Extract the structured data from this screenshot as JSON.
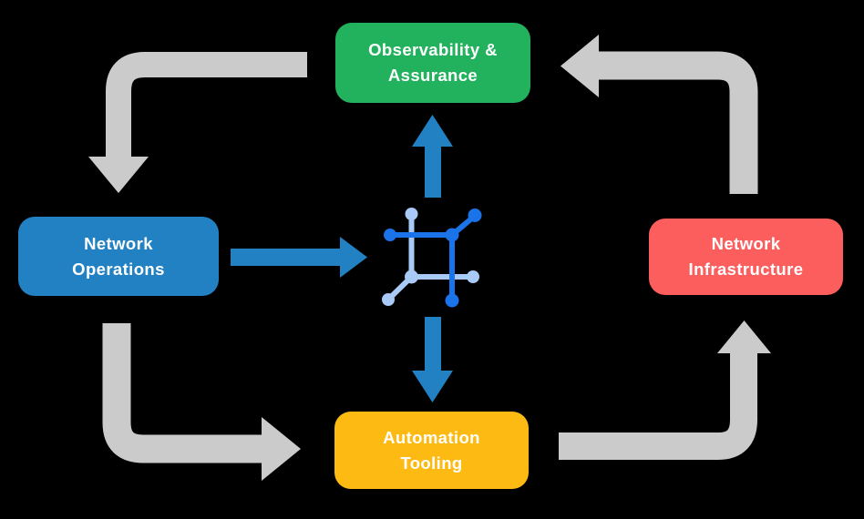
{
  "diagram": {
    "colors": {
      "background": "#000000",
      "flow_arrow": "#cbcbcb",
      "io_arrow": "#2181c3",
      "icon_primary": "#1a73e8",
      "icon_secondary": "#a9c9f7",
      "text": "#ffffff",
      "node_green": "#22b15c",
      "node_blue": "#2181c3",
      "node_red": "#fc5e5e",
      "node_yellow": "#fdba12"
    },
    "nodes": {
      "observability": {
        "lines": [
          "Observability &",
          "Assurance"
        ],
        "color": "#22b15c"
      },
      "operations": {
        "lines": [
          "Network",
          "Operations"
        ],
        "color": "#2181c3"
      },
      "infrastructure": {
        "lines": [
          "Network",
          "Infrastructure"
        ],
        "color": "#fc5e5e"
      },
      "automation": {
        "lines": [
          "Automation",
          "Tooling"
        ],
        "color": "#fdba12"
      }
    },
    "center_icon": {
      "name": "network-fabric-icon"
    },
    "edges": [
      {
        "from": "observability",
        "to": "operations",
        "style": "gray-elbow"
      },
      {
        "from": "operations",
        "to": "automation",
        "style": "gray-elbow"
      },
      {
        "from": "automation",
        "to": "infrastructure",
        "style": "gray-elbow"
      },
      {
        "from": "infrastructure",
        "to": "observability",
        "style": "gray-elbow"
      },
      {
        "from": "operations",
        "to": "center-icon",
        "style": "blue-straight"
      },
      {
        "from": "center-icon",
        "to": "observability",
        "style": "blue-straight"
      },
      {
        "from": "center-icon",
        "to": "automation",
        "style": "blue-straight"
      }
    ]
  }
}
